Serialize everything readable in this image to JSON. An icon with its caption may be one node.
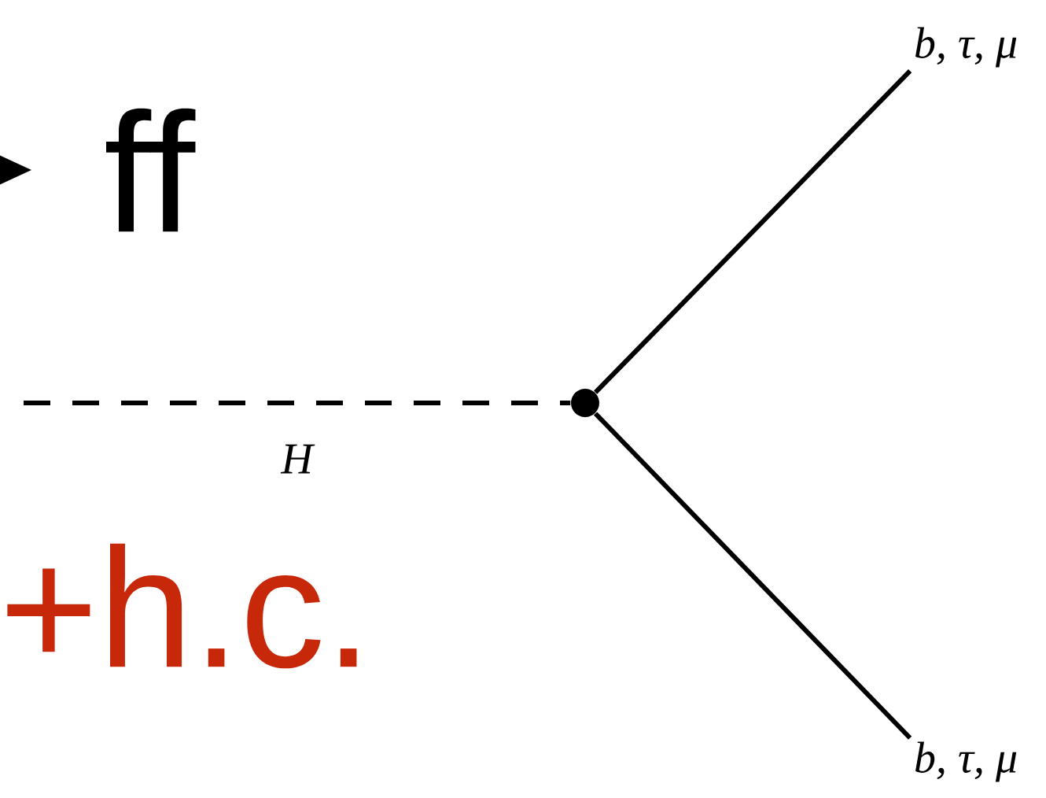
{
  "diagram": {
    "nodes": [
      {
        "text": [],
        "shape": "circle"
      },
      {
        "text": [
          "b, τ, μ"
        ]
      },
      {
        "text": [
          "b, τ, μ"
        ]
      }
    ],
    "edges": [
      {
        "from": null,
        "to": 0,
        "arrow": "none",
        "style": "dashed",
        "label": "H"
      },
      {
        "from": 0,
        "to": 1,
        "arrow": "none"
      },
      {
        "from": 0,
        "to": 2,
        "arrow": "none"
      }
    ],
    "labels": [
      "ff",
      "+h.c."
    ]
  }
}
